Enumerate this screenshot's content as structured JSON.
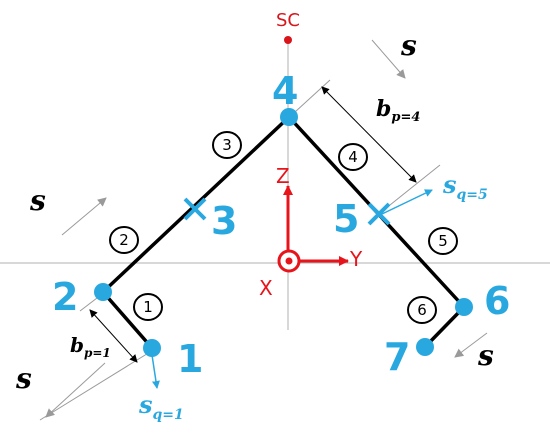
{
  "diagram": {
    "shear_center_label": "SC",
    "nodes": [
      {
        "id": "1",
        "label": "1"
      },
      {
        "id": "2",
        "label": "2"
      },
      {
        "id": "4",
        "label": "4"
      },
      {
        "id": "6",
        "label": "6"
      },
      {
        "id": "7",
        "label": "7"
      }
    ],
    "midpoints": [
      {
        "id": "3",
        "label": "3"
      },
      {
        "id": "5",
        "label": "5"
      }
    ],
    "segments": [
      {
        "id": "seg1",
        "label": "1"
      },
      {
        "id": "seg2",
        "label": "2"
      },
      {
        "id": "seg3",
        "label": "3"
      },
      {
        "id": "seg4",
        "label": "4"
      },
      {
        "id": "seg5",
        "label": "5"
      },
      {
        "id": "seg6",
        "label": "6"
      }
    ],
    "axes": {
      "z": "Z",
      "y": "Y",
      "x": "X"
    },
    "s_label": "s",
    "bp1": {
      "main": "b",
      "sub": "p=1"
    },
    "bp4": {
      "main": "b",
      "sub": "p=4"
    },
    "sq1": {
      "main": "s",
      "sub": "q=1"
    },
    "sq5": {
      "main": "s",
      "sub": "q=5"
    },
    "colors": {
      "node": "#29a8e0",
      "axis": "#e8141b",
      "line": "#000000",
      "guide": "#9a9a9a",
      "sc": "#d9141b"
    }
  }
}
